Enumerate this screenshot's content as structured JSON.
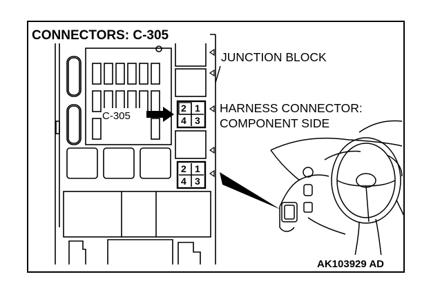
{
  "title": "CONNECTORS: C-305",
  "labels": {
    "junction_block": "JUNCTION BLOCK",
    "harness_line1": "HARNESS CONNECTOR:",
    "harness_line2": "COMPONENT SIDE",
    "connector_callout": "C-305",
    "figure_code": "AK103929 AD"
  },
  "connector_pins": {
    "top_row": [
      "2",
      "1"
    ],
    "bottom_row": [
      "4",
      "3"
    ]
  },
  "second_connector_pins": {
    "top_row": [
      "2",
      "1"
    ],
    "bottom_row": [
      "4",
      "3"
    ]
  }
}
